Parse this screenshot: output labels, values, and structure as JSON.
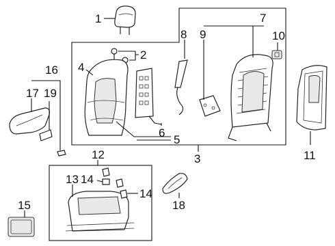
{
  "callouts": {
    "c1": "1",
    "c2": "2",
    "c3": "3",
    "c4": "4",
    "c5": "5",
    "c6": "6",
    "c7": "7",
    "c8": "8",
    "c9": "9",
    "c10": "10",
    "c11": "11",
    "c12": "12",
    "c13": "13",
    "c14a": "14",
    "c14b": "14",
    "c15": "15",
    "c16": "16",
    "c17": "17",
    "c18": "18",
    "c19": "19"
  }
}
